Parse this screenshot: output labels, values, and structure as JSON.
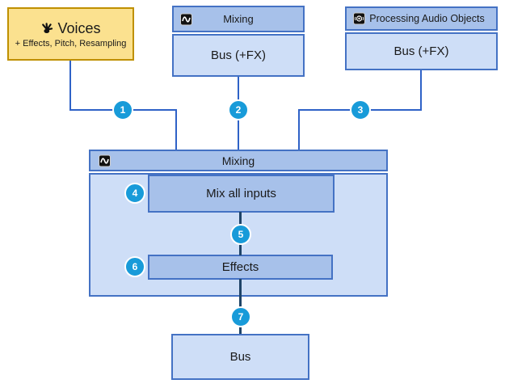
{
  "diagram": {
    "voices": {
      "title": "Voices",
      "subtitle": "+ Effects, Pitch, Resampling"
    },
    "mixing_top": {
      "header": "Mixing",
      "body": "Bus (+FX)"
    },
    "processing_audio_objects": {
      "header": "Processing Audio Objects",
      "body": "Bus (+FX)"
    },
    "mixing_main": {
      "header": "Mixing",
      "mix_all_inputs": "Mix all inputs",
      "effects": "Effects"
    },
    "bus": {
      "label": "Bus"
    }
  },
  "badges": [
    "1",
    "2",
    "3",
    "4",
    "5",
    "6",
    "7"
  ],
  "icons": {
    "voices": "voice-hand-icon",
    "mixing_top": "waveform-icon",
    "mixing_main": "waveform-icon",
    "processing_audio_objects": "audio-object-icon"
  },
  "colors": {
    "voices_fill": "#FBE18F",
    "voices_border": "#BF9000",
    "box_border": "#4472C4",
    "header_fill": "#A7C1EA",
    "body_fill": "#CEDEF7",
    "connector_top": "#2F62C7",
    "connector_dark": "#1F4468",
    "badge_fill": "#189BD9",
    "badge_text": "#FFFFFF"
  }
}
